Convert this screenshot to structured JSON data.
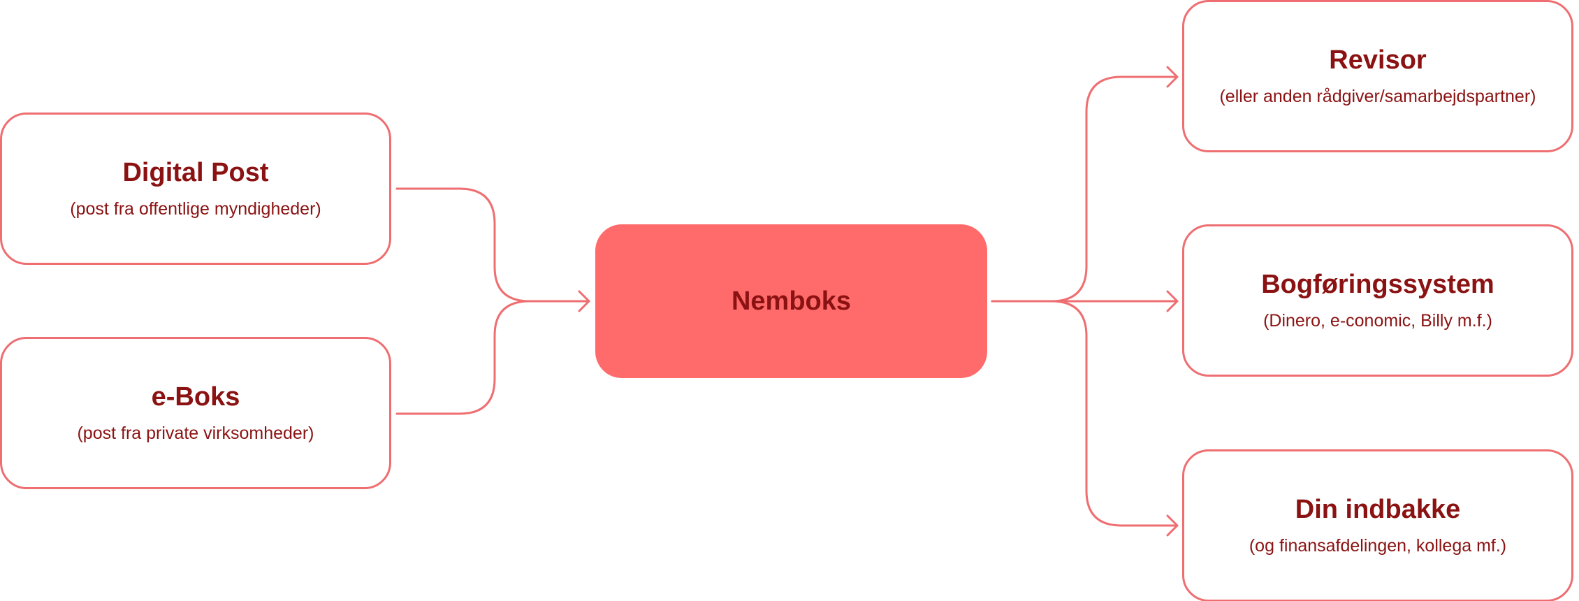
{
  "diagram": {
    "colors": {
      "accent": "#ff6b6b",
      "border": "#ee6e71",
      "text": "#8b1212",
      "background": "#ffffff"
    },
    "hub": {
      "title": "Nemboks"
    },
    "sources": [
      {
        "title": "Digital Post",
        "subtitle": "(post fra offentlige myndigheder)"
      },
      {
        "title": "e-Boks",
        "subtitle": "(post fra private virksomheder)"
      }
    ],
    "destinations": [
      {
        "title": "Revisor",
        "subtitle": "(eller anden rådgiver/samarbejdspartner)"
      },
      {
        "title": "Bogføringssystem",
        "subtitle": "(Dinero, e-conomic, Billy m.f.)"
      },
      {
        "title": "Din indbakke",
        "subtitle": "(og finansafdelingen, kollega mf.)"
      }
    ]
  }
}
